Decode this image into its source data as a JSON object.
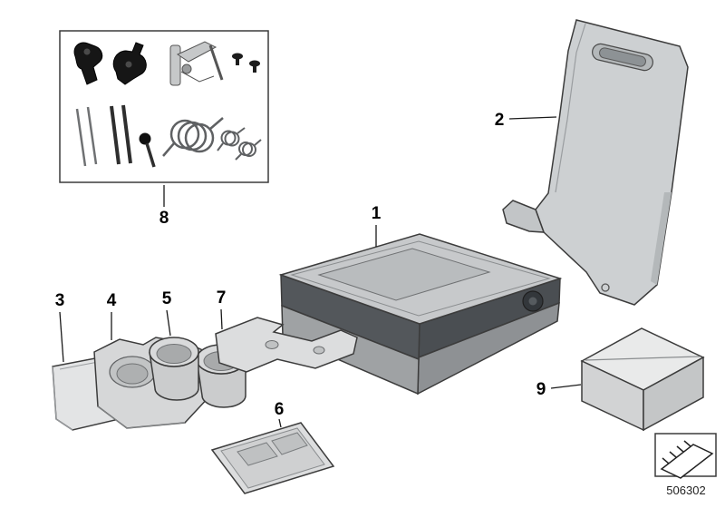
{
  "colors": {
    "background": "#ffffff",
    "line": "#3c3c3c",
    "dark_band": "#4a4e52"
  },
  "labels": {
    "p1": "1",
    "p2": "2",
    "p3": "3",
    "p4": "4",
    "p5": "5",
    "p6": "6",
    "p7": "7",
    "p8": "8",
    "p9": "9"
  },
  "footer": {
    "diagram_number": "506302"
  },
  "icons": {
    "footer_symbol": "wedge-ramp-icon"
  }
}
